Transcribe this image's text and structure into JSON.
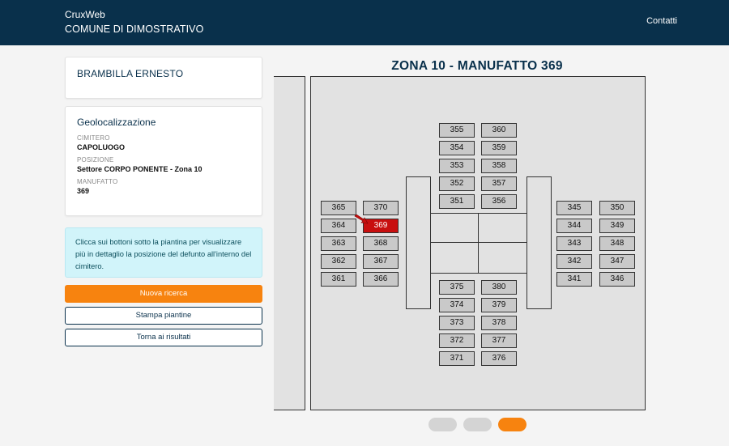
{
  "header": {
    "app_name": "CruxWeb",
    "organization": "COMUNE DI DIMOSTRATIVO",
    "nav_contacts": "Contatti"
  },
  "person": {
    "name": "BRAMBILLA ERNESTO"
  },
  "geo": {
    "title": "Geolocalizzazione",
    "cemetery_label": "CIMITERO",
    "cemetery_value": "CAPOLUOGO",
    "position_label": "POSIZIONE",
    "position_value": "Settore CORPO PONENTE - Zona 10",
    "artifact_label": "MANUFATTO",
    "artifact_value": "369"
  },
  "info_text": "Clicca sui bottoni sotto la piantina per visualizzare più in dettaglio la posizione del defunto all'interno del cimitero.",
  "buttons": {
    "new_search": "Nuova ricerca",
    "print_maps": "Stampa piantine",
    "back_results": "Torna ai risultati"
  },
  "map": {
    "title": "ZONA 10 - MANUFATTO 369",
    "selected": "369",
    "cells": [
      "355",
      "360",
      "354",
      "359",
      "353",
      "358",
      "352",
      "357",
      "351",
      "356",
      "365",
      "370",
      "364",
      "369",
      "363",
      "368",
      "362",
      "367",
      "361",
      "366",
      "345",
      "350",
      "344",
      "349",
      "343",
      "348",
      "342",
      "347",
      "341",
      "346",
      "375",
      "380",
      "374",
      "379",
      "373",
      "378",
      "372",
      "377",
      "371",
      "376"
    ]
  },
  "colors": {
    "header": "#09304b",
    "accent": "#f7830f",
    "selected": "#c80f0f",
    "info_bg": "#d1f4fa"
  },
  "pager": {
    "count": 3,
    "active_index": 2
  }
}
